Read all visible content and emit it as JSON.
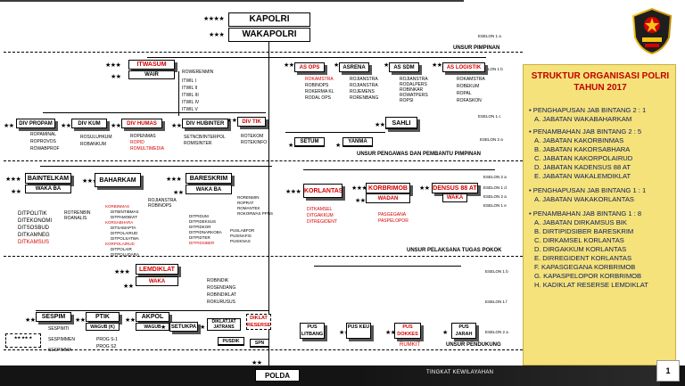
{
  "top": {
    "kapolri": "KAPOLRI",
    "wakapolri": "WAKAPOLRI",
    "kapolri_stars": "★★★★",
    "wakapolri_stars": "★★★"
  },
  "sections": {
    "pimpinan": "UNSUR PIMPINAN",
    "pengawas": "UNSUR PENGAWAS DAN PEMBANTU PIMPINAN",
    "pelaksana": "UNSUR PELAKSANA TUGAS POKOK",
    "pendukung": "UNSUR PENDUKUNG"
  },
  "eselon": {
    "e1a": "ESELON 1 a",
    "e1b": "ESELON 1 b",
    "e2a": "ESELON 2 a",
    "e1c": "ESELON 1 c",
    "e2a_b": "ESELON 2 a",
    "e1d": "ESELON 1 d",
    "e2a_c": "ESELON 2 a",
    "e1e": "ESELON 1 e",
    "e1b_b": "ESELON 1 b",
    "e1f": "ESELON 1 f",
    "e2a_d": "ESELON 2 a",
    "e1e_b": "ESELON 1 e",
    "e2a_e": "ESELON 2 a",
    "e1b_c": "ESELON 1 b",
    "e2a_f": "ESELON 2 a"
  },
  "itwasum": {
    "title": "ITWASUM",
    "wair": "WAIR",
    "items": [
      "ROWERENMIN",
      "ITWIL I",
      "ITWIL II",
      "ITWIL III",
      "ITWIL IV",
      "ITWIL V"
    ]
  },
  "as": [
    {
      "title": "AS OPS",
      "red": true,
      "items": [
        "ROKAMSTRA",
        "ROBINOPS",
        "ROKERMA KL",
        "RODAL OPS"
      ]
    },
    {
      "title": "ASRENA",
      "red": false,
      "items": [
        "ROJIANSTRA",
        "ROJIANSTRA",
        "ROJEMENS",
        "RORENBANG"
      ]
    },
    {
      "title": "AS SDM",
      "red": false,
      "items": [
        "ROJIANSTRA",
        "RODALPERS",
        "ROBINKAR",
        "ROWATPERS",
        "ROPSI"
      ]
    },
    {
      "title": "AS LOGISTIK",
      "red": true,
      "items": [
        "ROKAMSTRA",
        "ROBEKUM",
        "ROPAL",
        "ROFASKON"
      ]
    }
  ],
  "row2": [
    {
      "title": "DIV PROPAM",
      "red": false,
      "items": [
        "ROPAMINAL",
        "ROPROVOS",
        "ROWABPROF"
      ]
    },
    {
      "title": "DIV KUM",
      "red": false,
      "items": [
        "ROSULUHKUM",
        "ROBANKUM"
      ]
    },
    {
      "title": "DIV HUMAS",
      "red": true,
      "items": [
        "ROPENMAS",
        "ROPID",
        "ROMULTIMEDIA"
      ],
      "red_items": [
        1,
        2
      ]
    },
    {
      "title": "DIV HUBINTER",
      "red": false,
      "items": [
        "SETNCB/INTERPOL",
        "ROMISINTER"
      ]
    },
    {
      "title": "DIV TIK",
      "red": true,
      "items": [
        "ROTEKOM",
        "ROTEKINFO"
      ]
    }
  ],
  "sahli": "SAHLI",
  "setum": "SETUM",
  "yanma": "YANMA",
  "baintelkam": {
    "title": "BAINTELKAM",
    "waka": "WAKA BA",
    "side": [
      "ROTRENBIN",
      "ROANALIS"
    ],
    "items": [
      "DITPOLITIK",
      "DITEKONOMI",
      "DITSOSBUD",
      "DITKAMNEG",
      "DITKAMSUS"
    ]
  },
  "baharkam": {
    "title": "BAHARKAM",
    "side": [
      "ROJIANSTRA",
      "ROBINOPS"
    ],
    "items": [
      "KORBINMAS",
      "DITBINTIBMAS",
      "DITPAMOBVIT",
      "KORSABHARA",
      "DITSAMAPTA",
      "DITPOLAIRUD",
      "DITPOLSATWA",
      "KORPOLAIRUD",
      "DITPOLAIR",
      "DITPOLUDARA"
    ]
  },
  "bareskrim": {
    "title": "BARESKRIM",
    "waka": "WAKA BA",
    "side": [
      "RORENMIN",
      "ROPRAT",
      "ROMANTEK",
      "ROKORWAS PPNS"
    ],
    "items": [
      "DITPIDUM",
      "DITPIDEKSUS",
      "DITPIDKOR",
      "DITPIDNARKOBA",
      "DITPIDTER",
      "DITPIDSIBER",
      "PUSLABFOR",
      "PUSINAFIS",
      "PUSIKNAS"
    ]
  },
  "korlantas": "KORLANTAS",
  "korlantas_items": [
    "DITKAMSEL",
    "DITGAKKUM",
    "DITREGIDENT"
  ],
  "korbrimob": "KORBRIMOB",
  "korbrimob_waka": "WADAN",
  "korbrimob_items": [
    "PASGEGANA",
    "PASPELOPOR"
  ],
  "densus": "DENSUS 88 AT",
  "densus_waka": "WAKA",
  "lemdiklat": {
    "title": "LEMDIKLAT",
    "waka": "WAKA",
    "items": [
      "ROBINDIK",
      "ROSENDANG",
      "ROBINDIKLAT",
      "ROKURUSUS"
    ]
  },
  "lem_units": [
    {
      "title": "SESPIM",
      "items": [
        "SESPIMTI",
        "SESPIMMEN",
        "SESPIMMA"
      ]
    },
    {
      "title": "PTIK",
      "waka": "WAGUB (K)",
      "items": [
        "PROG S-1",
        "PROG S2"
      ]
    },
    {
      "title": "AKPOL",
      "waka": "WAGUB"
    },
    {
      "title": "SETUKPA"
    },
    {
      "title": "DIKLATJAT",
      "sub": "JATRANS"
    },
    {
      "title": "DIKLAT RESERSE",
      "red": true
    }
  ],
  "pusdik": "PUSDIK",
  "spn": "SPN",
  "pus": [
    {
      "title": "PUS LITBANG",
      "red": false
    },
    {
      "title": "PUS KEU",
      "red": false
    },
    {
      "title": "PUS DOKKES",
      "red": true
    },
    {
      "title": "PUS JARAH",
      "red": false
    }
  ],
  "rumkit": "RUMKIT",
  "polda": "POLDA",
  "tingkat": "TINGKAT KEWILAYAHAN",
  "page": "1",
  "info": {
    "title": "STRUKTUR ORGANISASI POLRI TAHUN 2017",
    "lines": [
      {
        "t": "• PENGHAPUSAN JAB BINTANG 2 : 1",
        "sub": false
      },
      {
        "t": "A. JABATAN WAKABAHARKAM",
        "sub": true
      },
      {
        "t": "• PENAMBAHAN JAB BINTANG 2 : 5",
        "sub": false
      },
      {
        "t": "A. JABATAN KAKORBINMAS",
        "sub": true
      },
      {
        "t": "B. JABATAN KAKORSABHARA",
        "sub": true
      },
      {
        "t": "C. JABATAN KAKORPOLAIRUD",
        "sub": true
      },
      {
        "t": "D. JABATAN KADENSUS 88 AT",
        "sub": true
      },
      {
        "t": "E. JABATAN WAKALEMDIKLAT",
        "sub": true
      },
      {
        "t": "• PENGHAPUSAN JAB BINTANG 1 : 1",
        "sub": false
      },
      {
        "t": "A. JABATAN WAKAKORLANTAS",
        "sub": true
      },
      {
        "t": "• PENAMBAHAN JAB BINTANG 1 : 8",
        "sub": false
      },
      {
        "t": "A. JABATAN DIRKAMSUS BIK",
        "sub": true
      },
      {
        "t": "B. DIRTIPIDSIBER BARESKRIM",
        "sub": true
      },
      {
        "t": "C. DIRKAMSEL KORLANTAS",
        "sub": true
      },
      {
        "t": "D. DIRGAKKUM KORLANTAS",
        "sub": true
      },
      {
        "t": "E. DIRREGIDENT KORLANTAS",
        "sub": true
      },
      {
        "t": "F. KAPASGEGANA KORBRIMOB",
        "sub": true
      },
      {
        "t": "G. KAPASPELOPOR KORBRIMOB",
        "sub": true
      },
      {
        "t": "H. KADIKLAT RESERSE LEMDIKLAT",
        "sub": true
      }
    ]
  },
  "colors": {
    "red": "#d40000",
    "info_bg": "#f5e27a",
    "info_text": "#0a1a5c",
    "footer": "#141414"
  }
}
